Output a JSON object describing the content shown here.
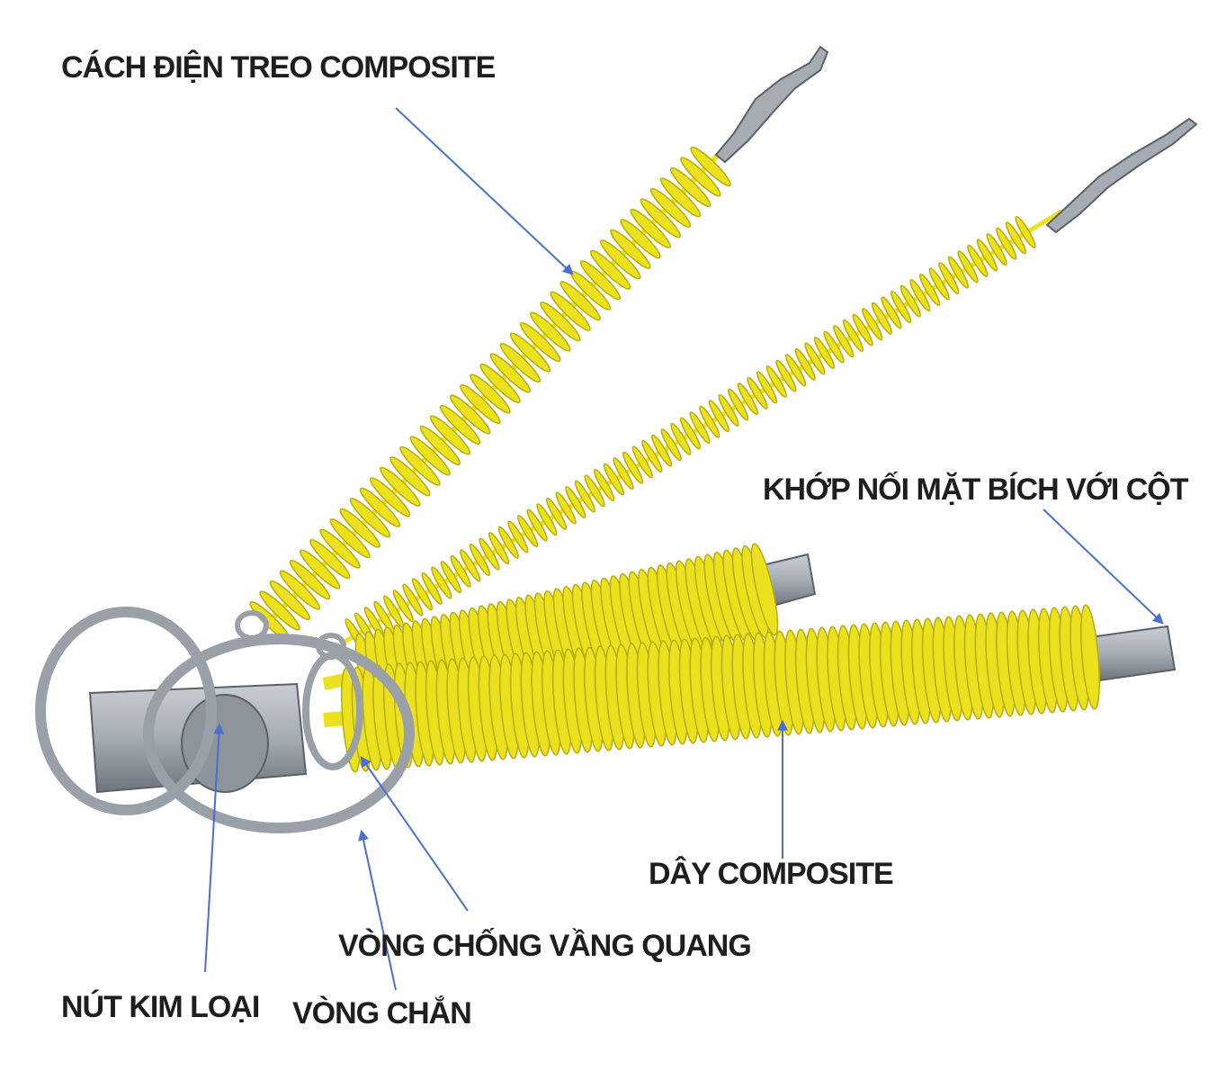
{
  "colors": {
    "background": "#ffffff",
    "label_text": "#1e1e1e",
    "arrow": "#4a6fd1",
    "insulator_yellow": "#ece11f",
    "insulator_shadow": "#b7ad0e",
    "metal_grey": "#a6acb4",
    "metal_dark": "#6f757c"
  },
  "labels": {
    "composite_insulator": "CÁCH ĐIỆN TREO COMPOSITE",
    "flange_joint": "KHỚP NỐI MẶT BÍCH VỚI CỘT",
    "composite_wire": "DÂY COMPOSITE",
    "corona_ring": "VÒNG CHỐNG VẦNG QUANG",
    "metal_cap": "NÚT KIM LOẠI",
    "shield_ring": "VÒNG CHẮN"
  }
}
